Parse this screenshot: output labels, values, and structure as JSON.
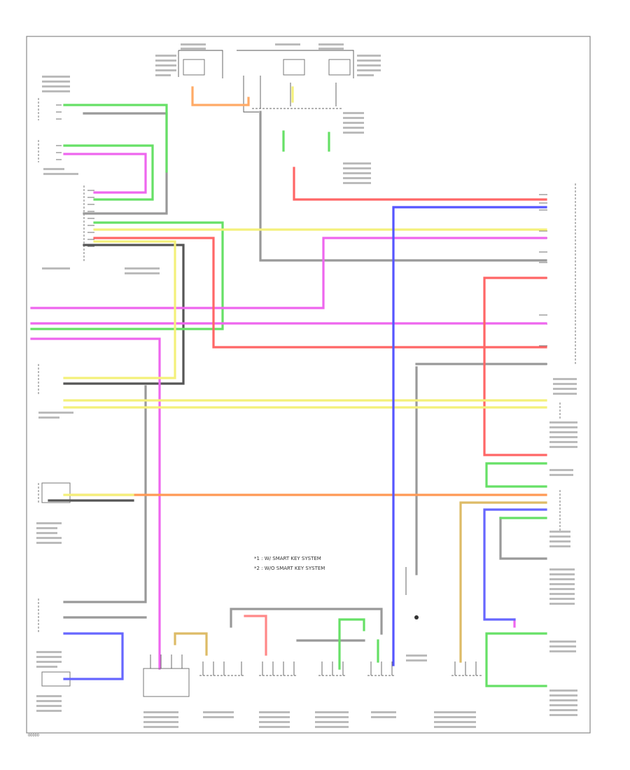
{
  "diagram": {
    "legend": {
      "line1": "*1 : W/ SMART KEY SYSTEM",
      "line2": "*2 : W/O SMART KEY SYSTEM"
    },
    "footer_code": "00000"
  }
}
